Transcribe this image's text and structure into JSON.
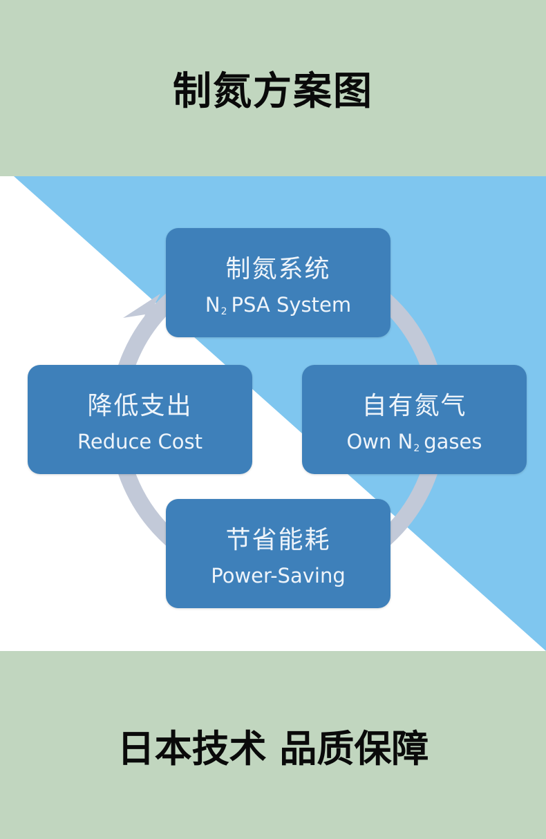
{
  "header": {
    "title": "制氮方案图"
  },
  "diagram": {
    "nodes": [
      {
        "zh": "制氮系统",
        "en_pre": "N",
        "en_sub": "2",
        "en_post": "PSA System"
      },
      {
        "zh": "自有氮气",
        "en_pre": "Own N",
        "en_sub": "2",
        "en_post": "gases"
      },
      {
        "zh": "节省能耗",
        "en_pre": "Power-Saving",
        "en_sub": "",
        "en_post": ""
      },
      {
        "zh": "降低支出",
        "en_pre": "Reduce Cost",
        "en_sub": "",
        "en_post": ""
      }
    ],
    "colors": {
      "box": "#3e80ba",
      "background_triangle": "#7fc6ef",
      "arrow": "#c2c9d8",
      "band": "#c1d6bf"
    }
  },
  "footer": {
    "slogan": "日本技术 品质保障"
  }
}
